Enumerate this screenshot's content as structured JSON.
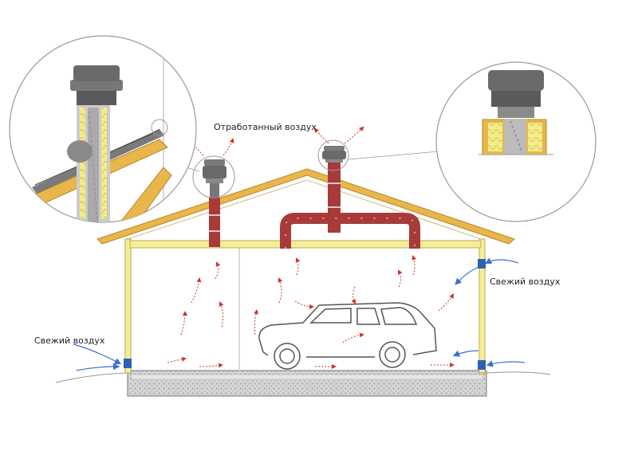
{
  "labels": {
    "exhaust_air": "Отработанный воздух",
    "fresh_air_right": "Свежий воздух",
    "fresh_air_left": "Свежий воздух"
  },
  "colors": {
    "roof_wood": "#e8b64a",
    "ceiling_beam": "#f4ee9a",
    "duct": "#a83a3a",
    "duct_band": "#d8c8c8",
    "deflector": "#6a6a6a",
    "ground": "#c8c8c8",
    "fresh_arrow": "#3a6fcf",
    "exhaust_arrow": "#cc3333",
    "vent_grille": "#2e5fb0"
  },
  "icons": {
    "roof_deflector": "deflector-icon",
    "car": "car-icon"
  }
}
